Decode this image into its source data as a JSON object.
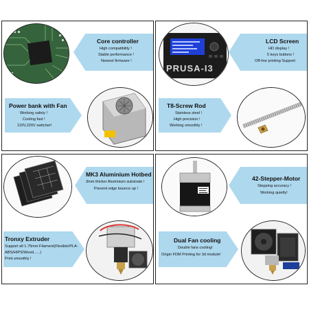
{
  "panels": [
    {
      "top": {
        "title": "Core controller",
        "lines": [
          "High compatibility !",
          "Stable performance !",
          "Newest firmware !"
        ]
      },
      "bottom": {
        "title": "Power bank with Fan",
        "lines": [
          "Working safety !",
          "Cooling fast !",
          "110V,220V switcher!"
        ]
      }
    },
    {
      "top": {
        "title": "LCD Screen",
        "lines": [
          "HD display !",
          "5 keys buttons !",
          "Off-line printing Support"
        ]
      },
      "bottom": {
        "title": "T8-Screw Rod",
        "lines": [
          "Stainless steel !",
          "High precision !",
          "Working smoothly !"
        ]
      },
      "lcd_label": "PRUSA-I3"
    },
    {
      "top": {
        "title": "MK3 Aluminium Hotbed",
        "lines": [
          "3mm thicker Aluminium substrate !",
          "Prevent edge bounce up !"
        ]
      },
      "bottom": {
        "title": "Tronxy Extruder",
        "lines": [
          "Support all 1.75mm Filament(Flexible/PLA-",
          "ABS/HIPS/Wood......)",
          "Print smoothly !"
        ]
      }
    },
    {
      "top": {
        "title": "42-Stepper-Motor",
        "lines": [
          "Stepping accuracy !",
          "Working quietly!"
        ]
      },
      "bottom": {
        "title": "Dual Fan cooling",
        "lines": [
          "Double fans cooling!",
          "Origin FDM Printing for 3d module!"
        ]
      }
    }
  ],
  "colors": {
    "banner": "#aed8ee",
    "border": "#222222"
  }
}
